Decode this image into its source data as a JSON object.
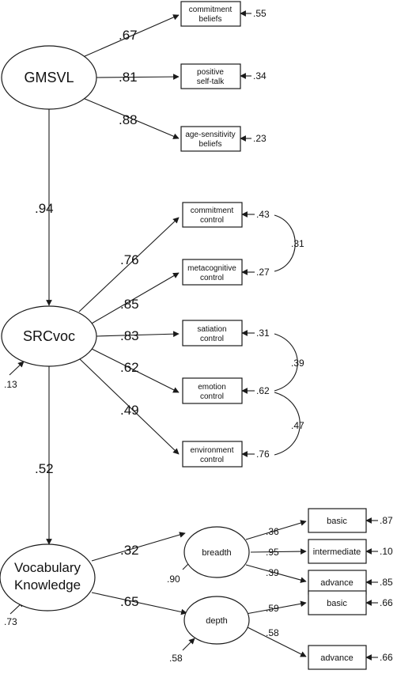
{
  "latent": {
    "gmsvl": "GMSVL",
    "srcvoc": "SRCvoc",
    "vocab_line1": "Vocabulary",
    "vocab_line2": "Knowledge",
    "breadth": "breadth",
    "depth": "depth"
  },
  "indicators": {
    "commitment_beliefs": [
      "commitment",
      "beliefs"
    ],
    "positive_self_talk": [
      "positive",
      "self-talk"
    ],
    "age_sensitivity_beliefs": [
      "age-sensitivity",
      "beliefs"
    ],
    "commitment_control": [
      "commitment",
      "control"
    ],
    "metacognitive_control": [
      "metacognitive",
      "control"
    ],
    "satiation_control": [
      "satiation",
      "control"
    ],
    "emotion_control": [
      "emotion",
      "control"
    ],
    "environment_control": [
      "environment",
      "control"
    ],
    "breadth_basic": "basic",
    "breadth_intermediate": "intermediate",
    "breadth_advance": "advance",
    "depth_basic": "basic",
    "depth_advance": "advance"
  },
  "loadings": {
    "gmsvl_commitment": ".67",
    "gmsvl_positive": ".81",
    "gmsvl_age": ".88",
    "src_commitment": ".76",
    "src_metacognitive": ".85",
    "src_satiation": ".83",
    "src_emotion": ".62",
    "src_environment": ".49",
    "breadth_basic": ".36",
    "breadth_intermediate": ".95",
    "breadth_advance": ".39",
    "depth_basic": ".59",
    "depth_advance": ".58",
    "vocab_breadth": ".32",
    "vocab_depth": ".65"
  },
  "paths": {
    "gmsvl_to_src": ".94",
    "src_to_vocab": ".52"
  },
  "errors": {
    "commitment_beliefs": ".55",
    "positive_self_talk": ".34",
    "age_sensitivity_beliefs": ".23",
    "commitment_control": ".43",
    "metacognitive_control": ".27",
    "satiation_control": ".31",
    "emotion_control": ".62",
    "environment_control": ".76",
    "breadth_basic": ".87",
    "breadth_intermediate": ".10",
    "breadth_advance": ".85",
    "depth_basic": ".66",
    "depth_advance": ".66",
    "srcvoc": ".13",
    "vocab": ".73",
    "breadth": ".90",
    "depth": ".58"
  },
  "covariances": {
    "commitment_metacognitive": ".31",
    "satiation_emotion": ".39",
    "emotion_environment": ".47"
  }
}
